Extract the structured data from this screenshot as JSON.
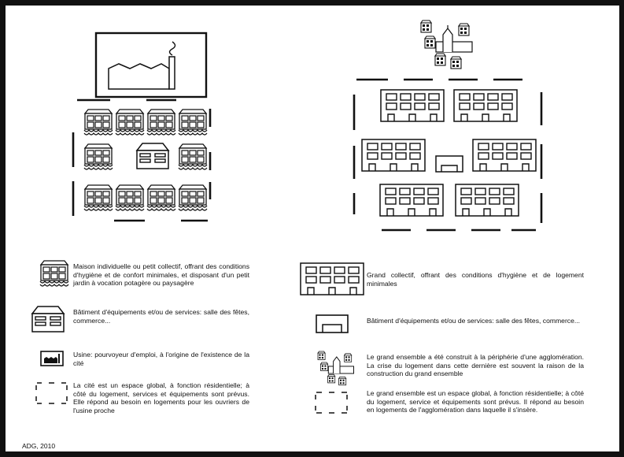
{
  "legend_left": [
    {
      "icon": "house-icon",
      "text": "Maison individuelle ou petit collectif, offrant des conditions d'hygiène et de confort minimales, et disposant d'un petit jardin à vocation potagère ou paysagère"
    },
    {
      "icon": "service-building-icon",
      "text": "Bâtiment d'équipements et/ou de services: salle des fêtes, commerce..."
    },
    {
      "icon": "factory-icon",
      "text": "Usine: pourvoyeur d'emploi, à l'origine de l'existence de la cité"
    },
    {
      "icon": "dashed-boundary-icon",
      "text": "La cité est un espace global, à fonction résidentielle; à côté du logement, services et équipements sont prévus. Elle répond au besoin en logements pour les ouvriers de l'usine proche"
    }
  ],
  "legend_right": [
    {
      "icon": "apartment-block-icon",
      "text": "Grand collectif, offrant des conditions d'hygiène et de logement minimales"
    },
    {
      "icon": "service-building-icon",
      "text": "Bâtiment d'équipements et/ou de services: salle des fêtes, commerce..."
    },
    {
      "icon": "town-cluster-icon",
      "text": "Le grand ensemble a été construit à la périphérie d'une agglomération. La crise du logement dans cette dernière est souvent la raison de la construction du grand ensemble"
    },
    {
      "icon": "dashed-boundary-icon",
      "text": "Le grand ensemble est un espace global, à fonction résidentielle; à côté du logement, service et équipements sont prévus. Il répond au besoin en logements de l'agglomération dans laquelle il s'insère."
    }
  ],
  "credit": "ADG, 2010",
  "colors": {
    "ink": "#111111",
    "paper": "#ffffff"
  }
}
